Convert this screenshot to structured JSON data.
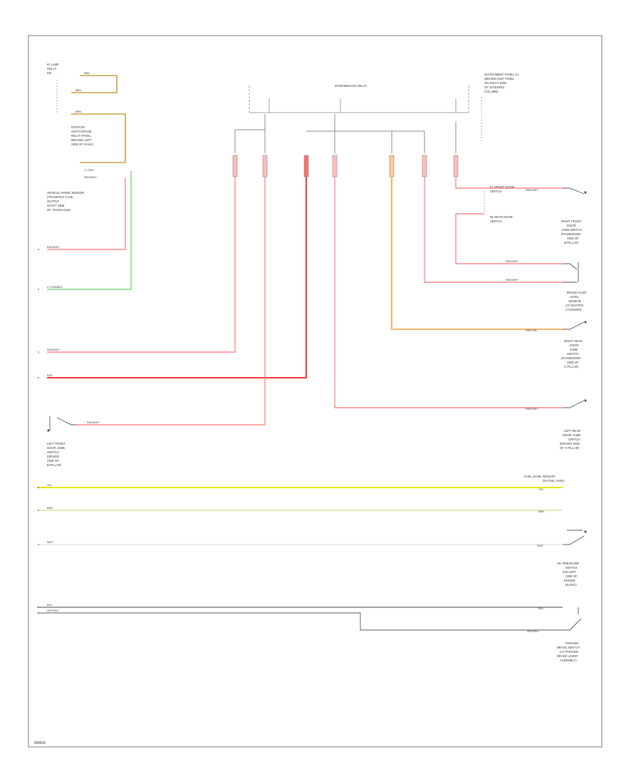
{
  "diagram": {
    "code": "W0000",
    "labels": {
      "top_left_1": "IG LAMP",
      "top_left_2": "RELAY",
      "top_left_3": "5/K",
      "ignition_1": "IGNITION",
      "ignition_2": "SWITCH/FUSE",
      "ignition_3": "RELAY PANEL",
      "ignition_4": "(BEHIND LEFT",
      "ignition_5": "SIDE OF DASH)",
      "speed_1": "VEHICLE SPEED SENSOR",
      "speed_2": "(TRANSFER CASE",
      "speed_3": "OUTPUT",
      "speed_4": "SHAFT SIDE",
      "speed_5": "OF TRANSAXLE)",
      "splice_top": "INTERMEDIATE RELAY",
      "ip_1": "INSTRUMENT PANEL C4",
      "ip_2": "(BEHIND INST PANEL",
      "ip_3": "ON RIGHT SIDE",
      "ip_4": "OF STEERING",
      "ip_5": "COLUMN)",
      "fl_1": "FL FRONT DOOR",
      "fl_2": "SWITCH",
      "fl_3": "RL REAR DOOR",
      "fl_4": "SWITCH",
      "rf_1": "RIGHT FRONT",
      "rf_2": "DOOR",
      "rf_3": "JAMB SWITCH",
      "rf_4": "(PASSENGER",
      "rf_5": "SIDE OF",
      "rf_6": "B-PILLAR)",
      "br_1": "BRAKE FLUID",
      "br_2": "LEVEL",
      "br_3": "SENSOR",
      "br_4": "(AT MASTER",
      "br_5": "CYLINDER)",
      "rr_1": "RIGHT REAR",
      "rr_2": "DOOR",
      "rr_3": "JAMB",
      "rr_4": "SWITCH",
      "rr_5": "(PASSENGER",
      "rr_6": "SIDE OF",
      "rr_7": "C-PILLAR)",
      "lr_1": "LEFT REAR",
      "lr_2": "DOOR JAMB",
      "lr_3": "SWITCH",
      "lr_4": "(DRIVER SIDE",
      "lr_5": "OF C-PILLAR)",
      "lf_1": "LEFT FRONT",
      "lf_2": "DOOR JAMB",
      "lf_3": "SWITCH",
      "lf_4": "(DRIVER",
      "lf_5": "SIDE OF",
      "lf_6": "B-PILLAR)",
      "fuel_1": "FUEL LEVEL SENSOR",
      "fuel_2": "(IN FUEL TANK)",
      "oil_1": "OIL PRESSURE",
      "oil_2": "SWITCH",
      "oil_3": "(ON LEFT",
      "oil_4": "SIDE OF",
      "oil_5": "ENGINE",
      "oil_6": "BLOCK)",
      "park_1": "PARKING",
      "park_2": "BRAKE SWITCH",
      "park_3": "(AT PARKING",
      "park_4": "BRAKE LEVER",
      "park_5": "ASSEMBLY)"
    },
    "wires": {
      "w1": "BRN",
      "w2": "BRN",
      "w3": "BRN",
      "w4": "LT GRN",
      "w5": "RED/WHT",
      "w6": "LT GRN/BLK",
      "w7": "RED/WHT",
      "w8": "RED",
      "w9": "RED/WHT",
      "w10": "RED/WHT",
      "w11": "RED/WHT",
      "w12": "RED/YEL",
      "w13": "RED/WHT",
      "w14": "RED/WHT",
      "w15": "YEL",
      "w16": "BRN",
      "w17": "WHT",
      "w18": "BLK",
      "w19": "GRY/BLU"
    },
    "colors": {
      "red": "#ff4040",
      "pink": "#ff8a8a",
      "orange": "#ff9a3c",
      "yellow": "#e6e600",
      "tan": "#c8a040",
      "green": "#4ccc4c",
      "gray": "#888888",
      "black": "#333333"
    }
  }
}
